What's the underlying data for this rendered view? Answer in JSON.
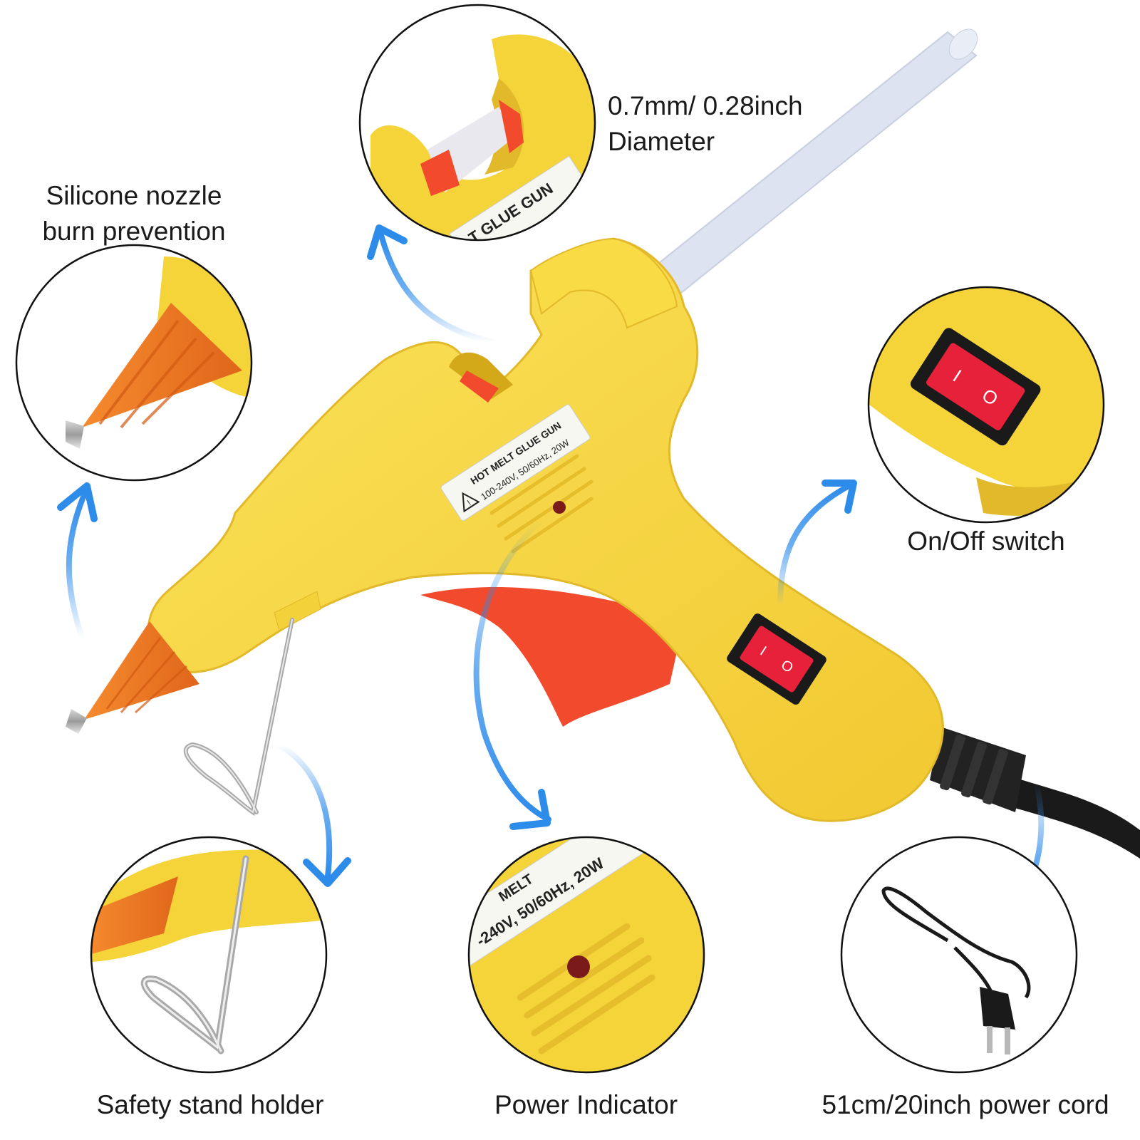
{
  "labels": {
    "nozzle": {
      "line1": "Silicone nozzle",
      "line2": "burn prevention"
    },
    "diameter": {
      "line1": "0.7mm/ 0.28inch",
      "line2": "Diameter"
    },
    "switch": "On/Off switch",
    "stand": "Safety stand holder",
    "indicator": "Power Indicator",
    "cord": "51cm/20inch power cord"
  },
  "product_label": {
    "line1": "HOT MELT GLUE GUN",
    "line2": "100-240V, 50/60Hz, 20W",
    "closeup_top": "T GLUE GUN",
    "closeup_line1": "MELT",
    "closeup_line2": "-240V, 50/60Hz, 20W"
  },
  "switch_marks": {
    "on": "I",
    "off": "O"
  },
  "colors": {
    "body": "#F5D43A",
    "body_shadow": "#E2B92A",
    "trigger": "#F24A2C",
    "nozzle": "#F07A22",
    "switch_red": "#E8213A",
    "arrow_blue": "#2D8BEA",
    "glue_stick": "#DDE3F0",
    "cord": "#1A1A1A"
  },
  "icons": [
    "warning-icon",
    "ce-mark-icon",
    "double-insulation-icon"
  ]
}
